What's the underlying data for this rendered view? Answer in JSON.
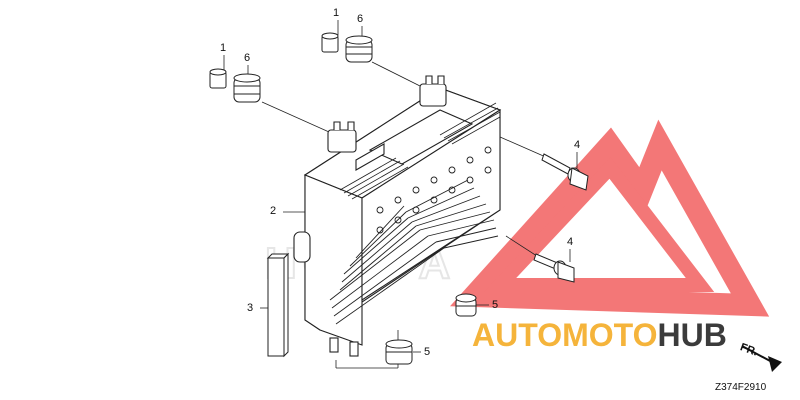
{
  "callouts": {
    "c1a": "1",
    "c6a": "6",
    "c1b": "1",
    "c6b": "6",
    "c4a": "4",
    "c4b": "4",
    "c2": "2",
    "c3": "3",
    "c5a": "5",
    "c5b": "5"
  },
  "watermark": {
    "part1": "AUTO",
    "part2": "MOTO",
    "part3": "HUB",
    "colors": {
      "logo_red": "#f04a4a",
      "logo_orange": "#f5b43b",
      "logo_dark": "#3b3b3b"
    }
  },
  "direction_label": "FR.",
  "diagram_code": "Z374F2910"
}
